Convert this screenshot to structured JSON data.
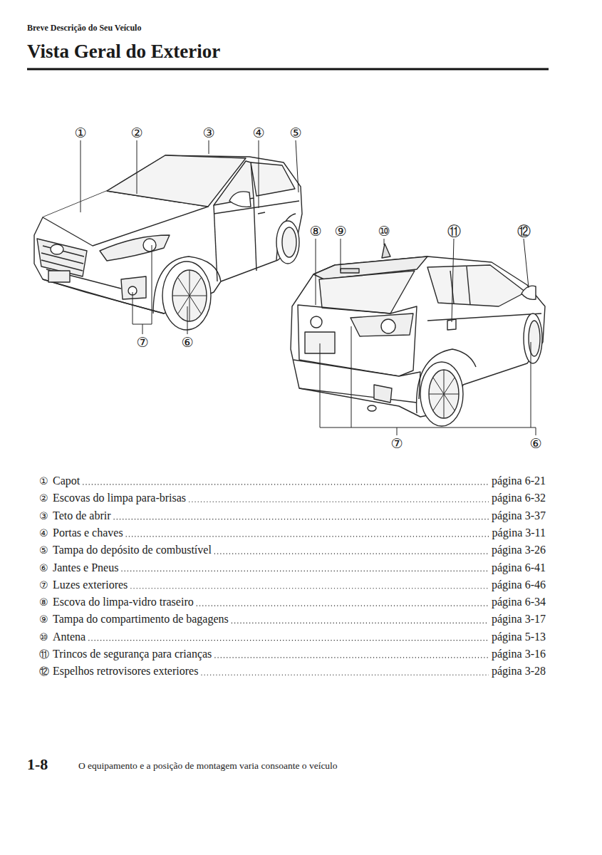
{
  "diagram": {
    "title": "Vista Geral do Exterior",
    "labels": [
      "Breve Descrição do Seu Veículo",
      "①",
      "②",
      "③",
      "④",
      "⑤",
      "⑦",
      "⑥",
      "⑧",
      "⑨",
      "⑩",
      "⑪",
      "⑫",
      "⑦",
      "⑥",
      "①",
      "Capot",
      "página 6-21",
      "②",
      "Escovas do limpa para-brisas",
      "página 6-32",
      "③",
      "Teto de abrir",
      "página 3-37",
      "④",
      "Portas e chaves",
      "página 3-11",
      "⑤",
      "Tampa do depósito de combustível",
      "página 3-26",
      "⑥",
      "Jantes e Pneus",
      "página 6-41",
      "⑦",
      "Luzes exteriores",
      "página 6-46",
      "⑧",
      "Escova do limpa-vidro traseiro",
      "página 6-34",
      "⑨",
      "Tampa do compartimento de bagagens",
      "página 3-17",
      "⑩",
      "Antena",
      "página 5-13",
      "⑪",
      "Trincos de segurança para crianças",
      "página 3-16",
      "⑫",
      "Espelhos retrovisores exteriores",
      "página 3-28",
      "1-8",
      "O equipamento e a posição de montagem varia consoante o veículo"
    ]
  }
}
